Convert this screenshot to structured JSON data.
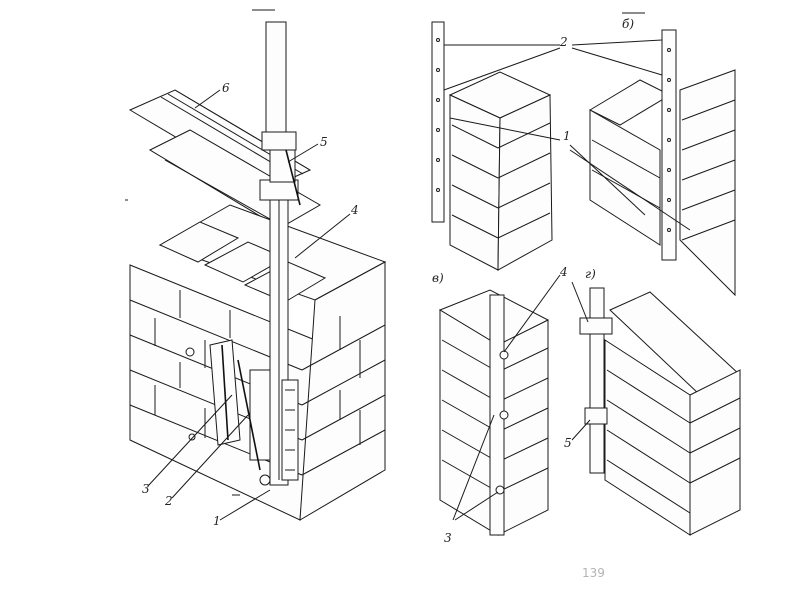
{
  "figure": {
    "main": {
      "labels": {
        "l1": "1",
        "l2": "2",
        "l3": "3",
        "l4": "4",
        "l5": "5",
        "l6": "6"
      }
    },
    "panel_b": {
      "letter": "б)",
      "labels": {
        "l1": "1",
        "l2": "2"
      }
    },
    "panel_v": {
      "letter": "в)",
      "labels": {
        "l3": "3",
        "l4": "4"
      }
    },
    "panel_g": {
      "letter": "г)",
      "labels": {
        "l5": "5"
      }
    }
  },
  "page_number": "139"
}
